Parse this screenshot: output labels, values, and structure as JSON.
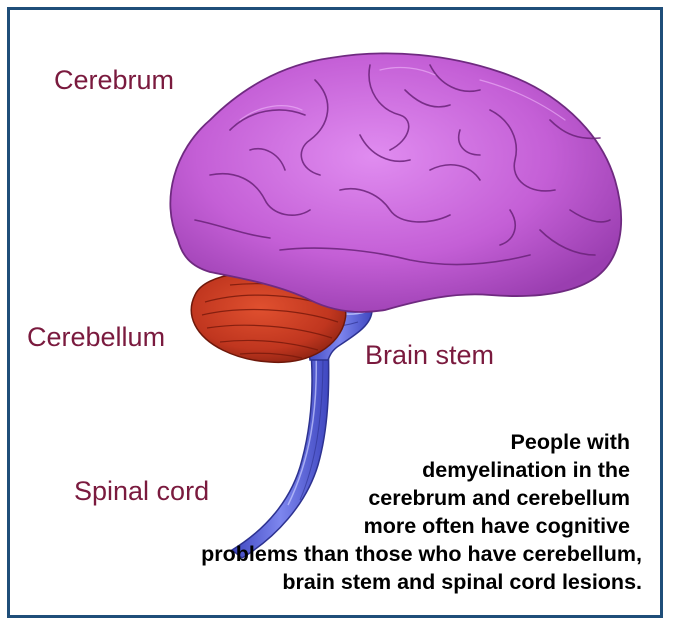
{
  "labels": {
    "cerebrum": "Cerebrum",
    "cerebellum": "Cerebellum",
    "brain_stem": "Brain stem",
    "spinal_cord": "Spinal cord"
  },
  "caption": {
    "lines": [
      "People with",
      "demyelination in the",
      "cerebrum and cerebellum",
      "more often have cognitive",
      "problems than those who have cerebellum,",
      "brain stem and spinal cord lesions."
    ]
  },
  "colors": {
    "border": "#1f4e79",
    "label_text": "#7a1a3e",
    "cerebrum": "#c45fd6",
    "cerebellum": "#c0361f",
    "brain_stem": "#5a63d8"
  }
}
